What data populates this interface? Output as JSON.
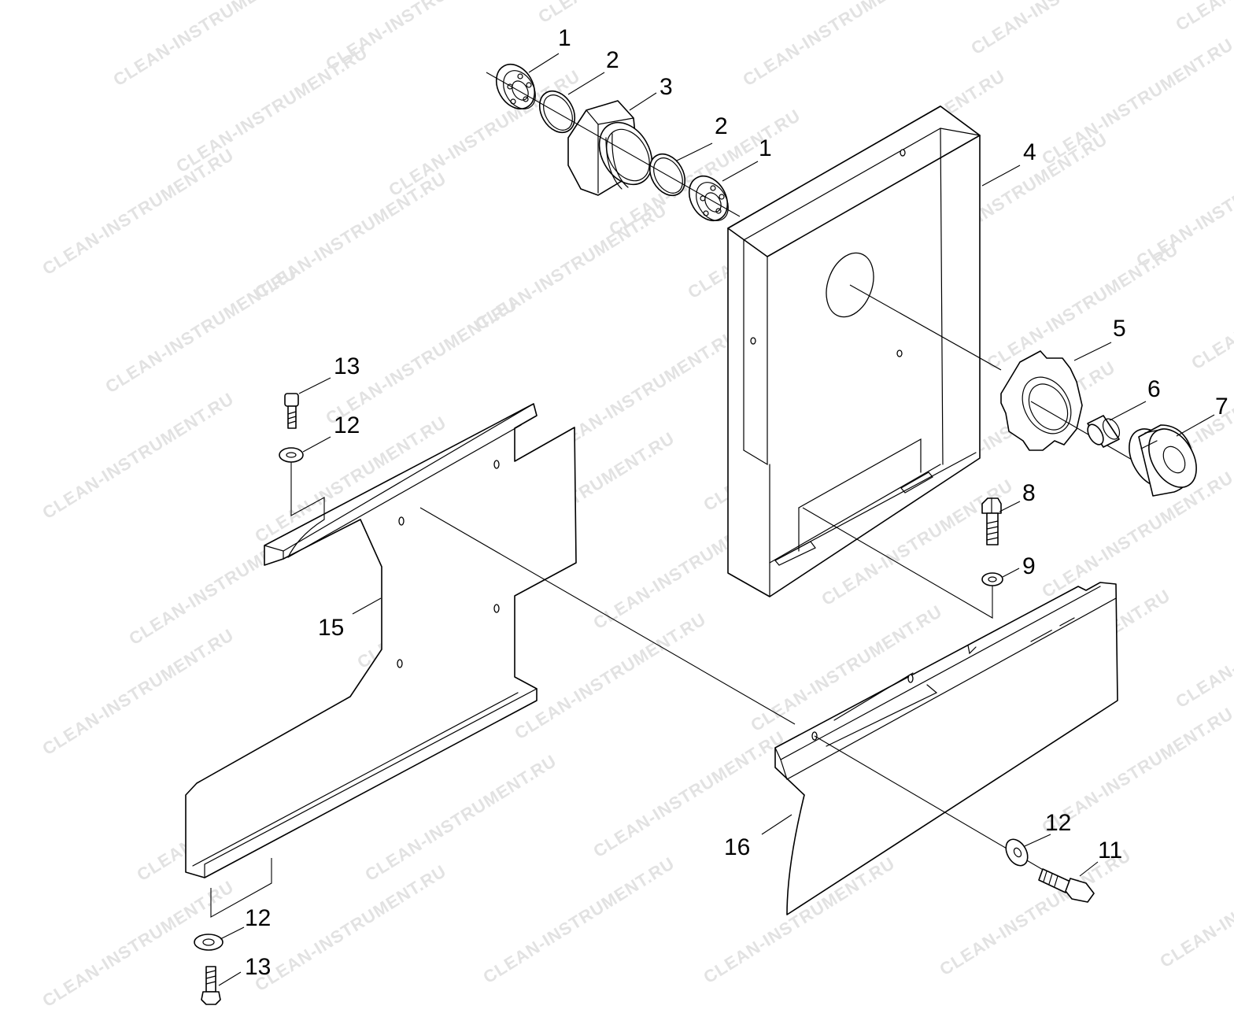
{
  "watermark": "CLEAN-INSTRUMENT.RU",
  "callouts": {
    "p1a": "1",
    "p2a": "2",
    "p3": "3",
    "p2b": "2",
    "p1b": "1",
    "p4": "4",
    "p5": "5",
    "p6": "6",
    "p7": "7",
    "p8": "8",
    "p9": "9",
    "p13a": "13",
    "p12a": "12",
    "p15": "15",
    "p16": "16",
    "p12b": "12",
    "p11": "11",
    "p12c": "12",
    "p13b": "13"
  }
}
